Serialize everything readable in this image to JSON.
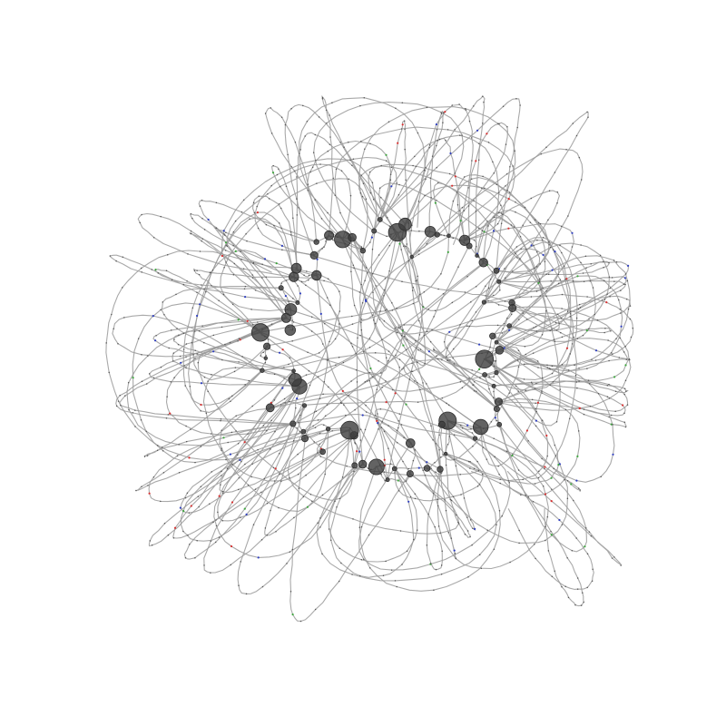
{
  "graph": {
    "type": "network-graph",
    "layout": "radial-ring",
    "labels_visible": false,
    "hub_count": 72,
    "loop_edge_count": 120,
    "colors": {
      "background": "#ffffff",
      "edge": "#9a9a9a",
      "edge_dot_dark": "#555555",
      "node_fill": "#3c3c3c",
      "node_stroke": "#2e2e2e",
      "accent_red": "#d93030",
      "accent_blue": "#2f3fbf",
      "accent_green": "#3fa63f"
    }
  }
}
